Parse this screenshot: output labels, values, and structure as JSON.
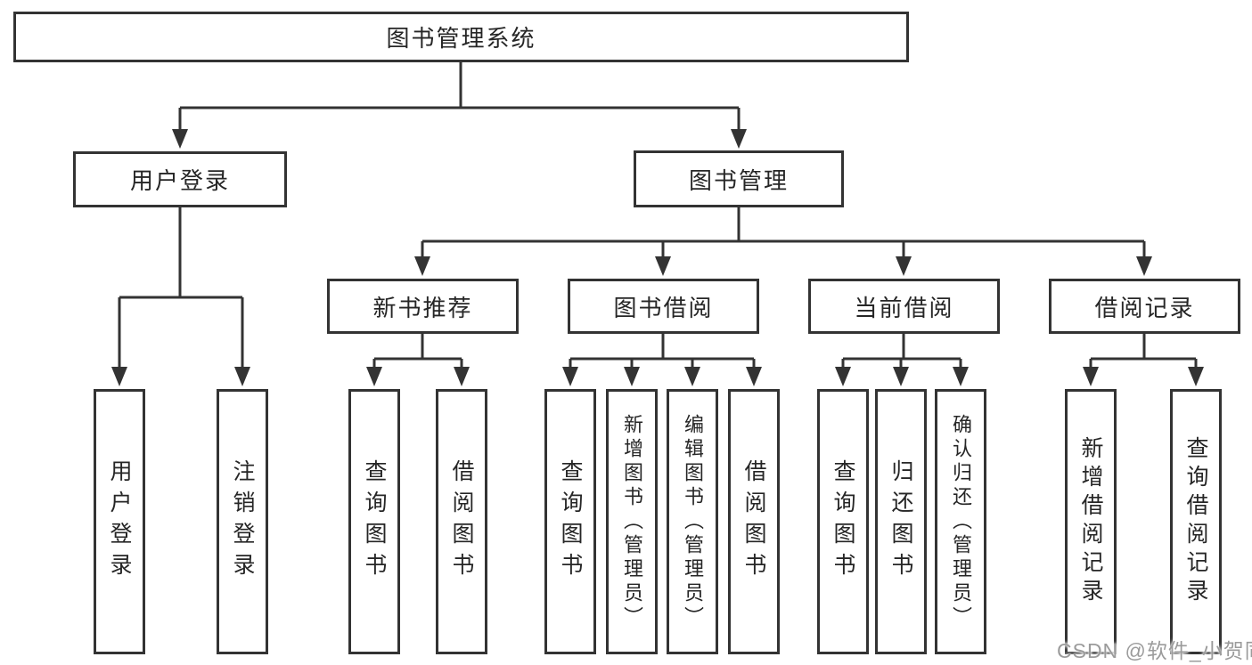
{
  "nodes": {
    "root": "图书管理系统",
    "user_login": "用户登录",
    "book_management": "图书管理",
    "new_book_recommend": "新书推荐",
    "book_borrow": "图书借阅",
    "current_borrow": "当前借阅",
    "borrow_record": "借阅记录",
    "leaf_user_login": "用户登录",
    "leaf_logout": "注销登录",
    "leaf_query_book_recommend": "查询图书",
    "leaf_borrow_book_recommend": "借阅图书",
    "leaf_query_book_borrow": "查询图书",
    "leaf_add_book_admin": "新增图书（管理员）",
    "leaf_edit_book_admin": "编辑图书（管理员）",
    "leaf_borrow_book_borrow": "借阅图书",
    "leaf_query_book_current": "查询图书",
    "leaf_return_book": "归还图书",
    "leaf_confirm_return_admin": "确认归还（管理员）",
    "leaf_add_borrow_record": "新增借阅记录",
    "leaf_query_borrow_record": "查询借阅记录"
  },
  "watermark": "CSDN @软件_小贺同学",
  "colors": {
    "line": "#333333",
    "box_border": "#333333",
    "text": "#262626",
    "watermark": "#9b9b9b",
    "background": "#ffffff"
  }
}
